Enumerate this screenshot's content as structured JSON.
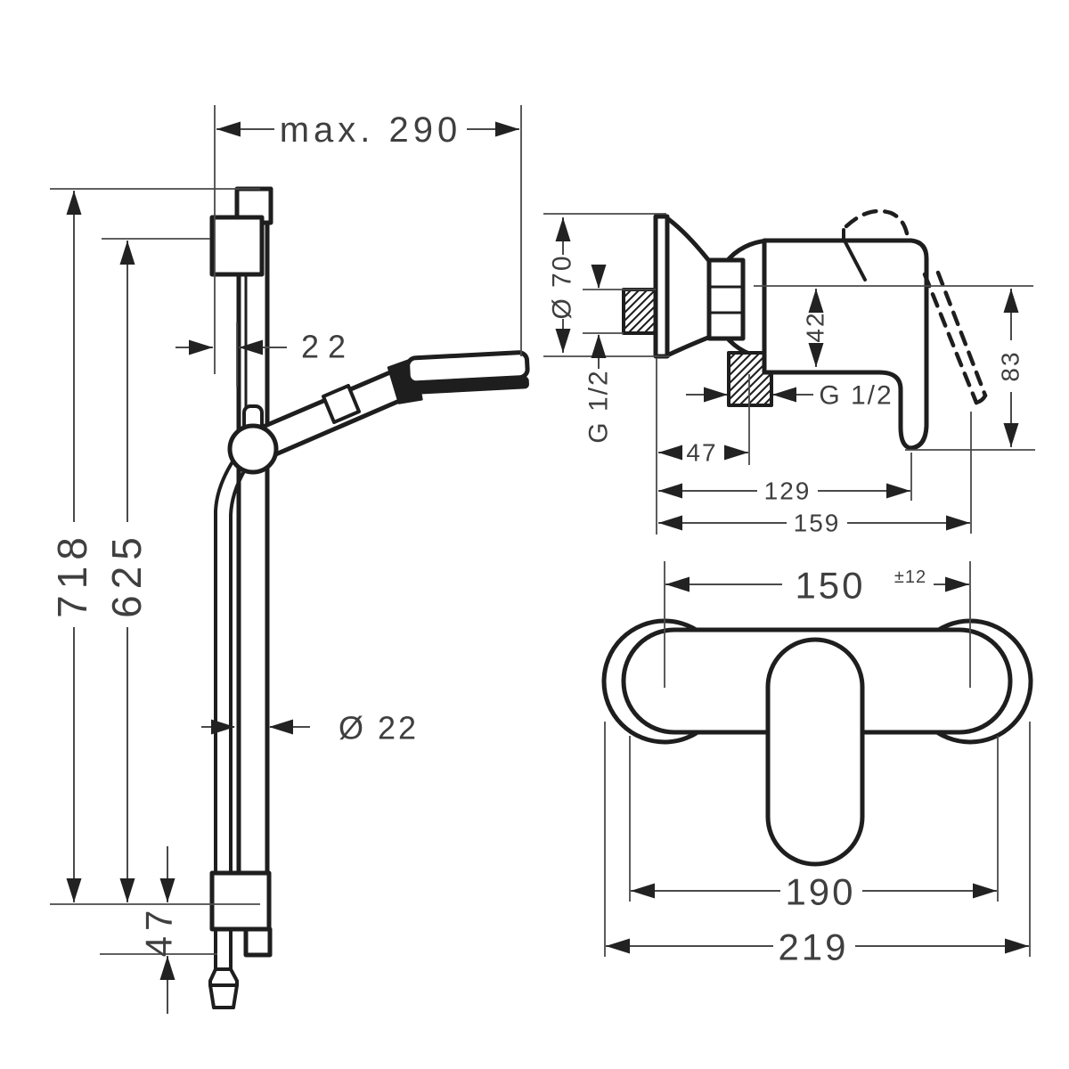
{
  "drawing": {
    "kind": "shower-set technical dimension drawing",
    "views": {
      "rail_front": "shower rail with hand shower (front view)",
      "mixer_side": "shower mixer (side view)",
      "mixer_front": "shower mixer (front view)"
    }
  },
  "colors": {
    "background": "#ffffff",
    "outline": "#1e1e1e",
    "dimension_line": "#4a4a4a",
    "text": "#3f3f3f"
  },
  "labels": {
    "rail_max_width": "max. 290",
    "rail_offset": "22",
    "rail_total_height": "718",
    "rail_bar_height": "625",
    "rail_diameter": "Ø 22",
    "rail_bottom_offset": "47",
    "mixer_escutcheon_diameter": "Ø 70",
    "mixer_inlet_thread": "G 1/2",
    "mixer_drop": "42",
    "mixer_outlet_thread": "G 1/2",
    "mixer_below_center": "83",
    "mixer_wall_to_outlet": "47",
    "mixer_wall_to_handle": "129",
    "mixer_total_depth": "159",
    "mixer_connection_centers": "150",
    "mixer_connection_tolerance": "±12",
    "mixer_body_width": "190",
    "mixer_total_width": "219"
  }
}
